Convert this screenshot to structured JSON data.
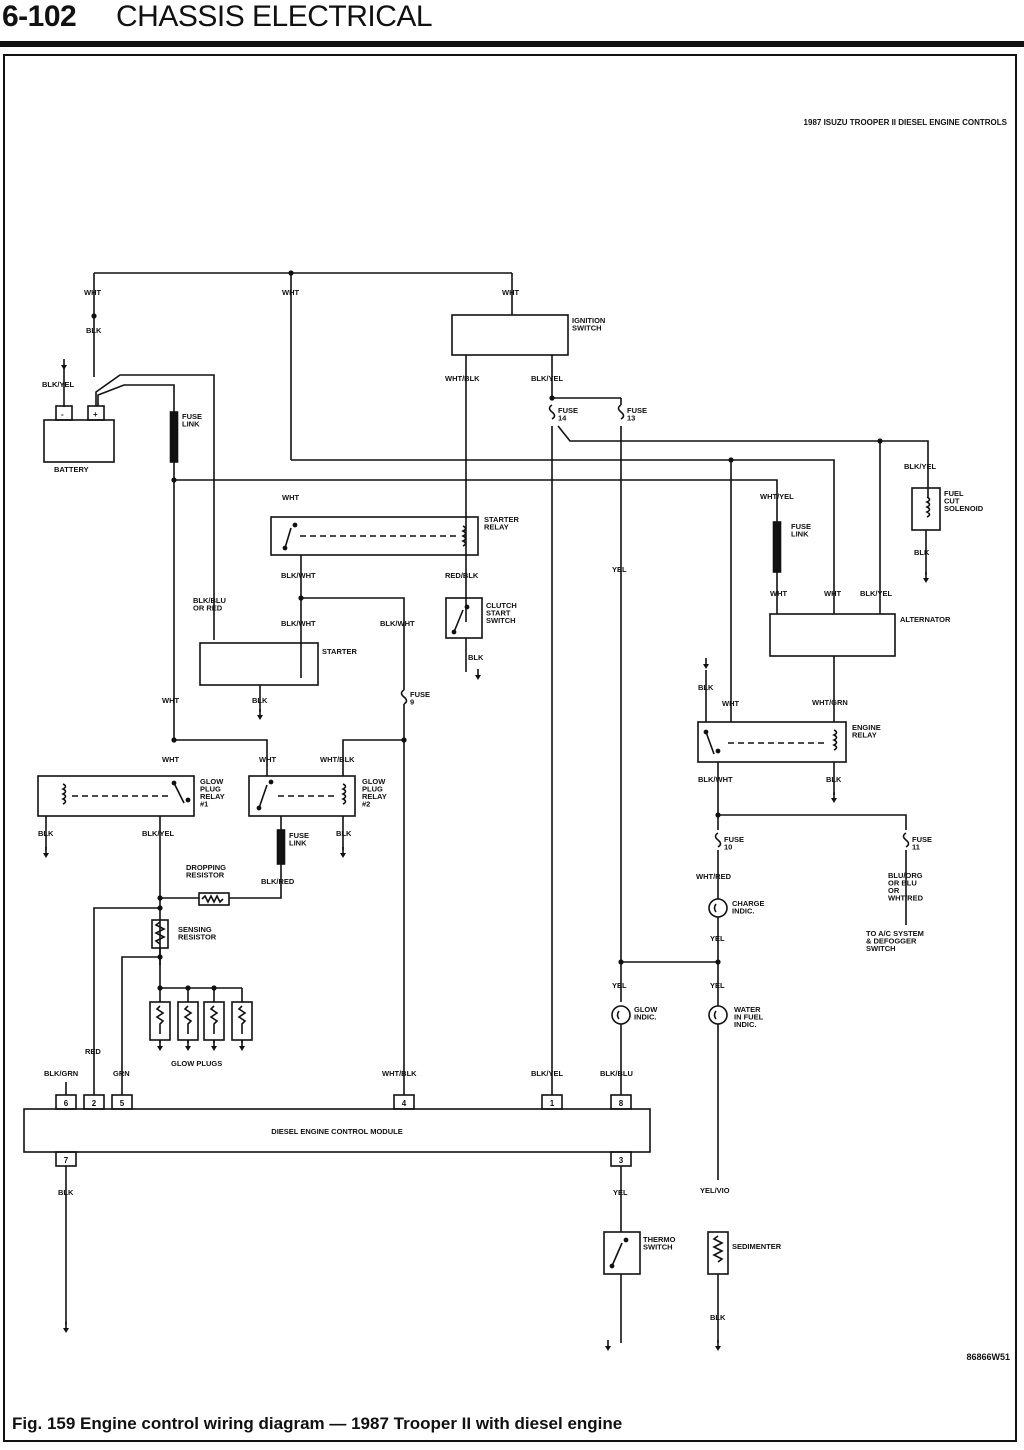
{
  "header": {
    "page_number": "6-102",
    "section_title": "CHASSIS ELECTRICAL"
  },
  "diagram": {
    "title": "1987 ISUZU TROOPER II DIESEL ENGINE CONTROLS",
    "figure_code": "86866W51",
    "components": {
      "battery": "BATTERY",
      "battery_neg": "-",
      "battery_pos": "+",
      "ignition_switch": [
        "IGNITION",
        "SWITCH"
      ],
      "fuse_link_main": [
        "FUSE",
        "LINK"
      ],
      "fuse14": [
        "FUSE",
        "14"
      ],
      "fuse13": [
        "FUSE",
        "13"
      ],
      "fuel_cut_solenoid": [
        "FUEL",
        "CUT",
        "SOLENOID"
      ],
      "starter_relay": [
        "STARTER",
        "RELAY"
      ],
      "fuse_link_alt": [
        "FUSE",
        "LINK"
      ],
      "clutch_start_switch": [
        "CLUTCH",
        "START",
        "SWITCH"
      ],
      "alternator": "ALTERNATOR",
      "starter": "STARTER",
      "fuse9": [
        "FUSE",
        "9"
      ],
      "engine_relay": [
        "ENGINE",
        "RELAY"
      ],
      "glow_plug_relay1": [
        "GLOW",
        "PLUG",
        "RELAY",
        "#1"
      ],
      "glow_plug_relay2": [
        "GLOW",
        "PLUG",
        "RELAY",
        "#2"
      ],
      "fuse_link_glow": [
        "FUSE",
        "LINK"
      ],
      "fuse10": [
        "FUSE",
        "10"
      ],
      "fuse11": [
        "FUSE",
        "11"
      ],
      "dropping_resistor": [
        "DROPPING",
        "RESISTOR"
      ],
      "charge_indic": [
        "CHARGE",
        "INDIC."
      ],
      "to_ac": [
        "TO A/C SYSTEM",
        "& DEFOGGER",
        "SWITCH"
      ],
      "sensing_resistor": [
        "SENSING",
        "RESISTOR"
      ],
      "glow_indic": [
        "GLOW",
        "INDIC."
      ],
      "water_in_fuel": [
        "WATER",
        "IN FUEL",
        "INDIC."
      ],
      "glow_plugs": "GLOW PLUGS",
      "control_module": "DIESEL ENGINE CONTROL MODULE",
      "thermo_switch": [
        "THERMO",
        "SWITCH"
      ],
      "sedimenter": "SEDIMENTER"
    },
    "wire_labels": {
      "wht": "WHT",
      "blk": "BLK",
      "blk_yel": "BLK/YEL",
      "wht_blk": "WHT/BLK",
      "wht_yel": "WHT/YEL",
      "blk_wht": "BLK/WHT",
      "red_blk": "RED/BLK",
      "blk_blu_or_red": [
        "BLK/BLU",
        "OR RED"
      ],
      "yel": "YEL",
      "wht_grn": "WHT/GRN",
      "blk_red": "BLK/RED",
      "wht_red": "WHT/RED",
      "blu_org": [
        "BLU/ORG",
        "OR BLU",
        "OR",
        "WHT/RED"
      ],
      "red": "RED",
      "blk_grn": "BLK/GRN",
      "grn": "GRN",
      "blk_blu": "BLK/BLU",
      "yel_vio": "YEL/VIO"
    },
    "pins": [
      "6",
      "2",
      "5",
      "4",
      "1",
      "8",
      "7",
      "3"
    ]
  },
  "caption": "Fig. 159 Engine control wiring diagram — 1987 Trooper II with diesel engine"
}
